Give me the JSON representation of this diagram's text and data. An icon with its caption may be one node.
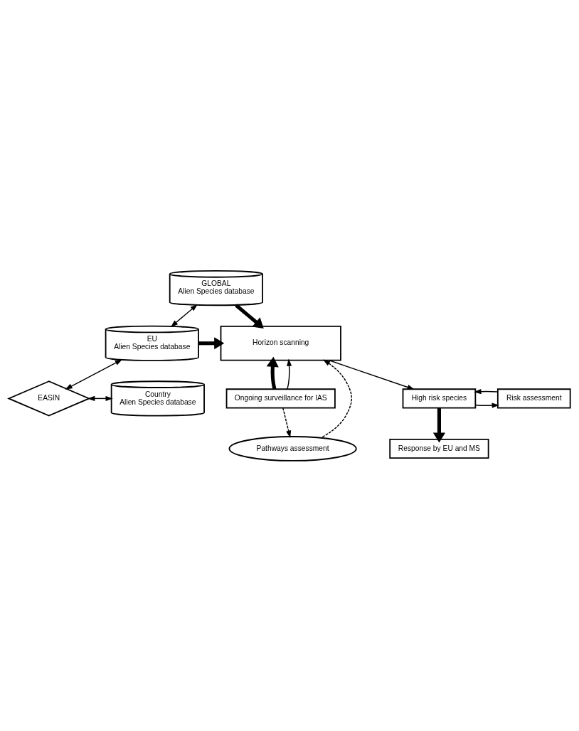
{
  "diagram": {
    "nodes": [
      {
        "text": [
          "GLOBAL",
          "Alien Species database"
        ]
      },
      {
        "text": [
          "Horizon scanning"
        ]
      },
      {
        "text": [
          "EU",
          "Alien Species database"
        ]
      },
      {
        "text": [
          "Ongoing surveillance for IAS"
        ]
      },
      {
        "text": [
          "EASIN"
        ]
      },
      {
        "text": [
          "Country",
          "Alien Species database"
        ]
      },
      {
        "text": [
          "Pathways assessment"
        ]
      },
      {
        "text": [
          "High risk species"
        ]
      },
      {
        "text": [
          "Risk assessment"
        ]
      },
      {
        "text": [
          "Response by EU and MS"
        ]
      }
    ],
    "edges": [
      {
        "from": 0,
        "to": 1,
        "arrow": "to",
        "style": "thick"
      },
      {
        "from": 0,
        "to": 2,
        "arrow": "both"
      },
      {
        "from": 2,
        "to": 1,
        "arrow": "to",
        "style": "thick"
      },
      {
        "from": 3,
        "to": 1,
        "arrow": "to",
        "style": "thick"
      },
      {
        "from": 3,
        "to": 1,
        "arrow": "to"
      },
      {
        "from": 6,
        "to": 1,
        "arrow": "to",
        "style": "dashed"
      },
      {
        "from": 2,
        "to": 4,
        "arrow": "both"
      },
      {
        "from": 4,
        "to": 5,
        "arrow": "both"
      },
      {
        "from": 3,
        "to": 6,
        "arrow": "to",
        "style": "dashed"
      },
      {
        "from": 1,
        "to": 7,
        "arrow": "to"
      },
      {
        "from": 7,
        "to": 8,
        "arrow": "to"
      },
      {
        "from": 8,
        "to": 7,
        "arrow": "to"
      },
      {
        "from": 7,
        "to": 9,
        "arrow": "to",
        "style": "thick"
      }
    ]
  }
}
